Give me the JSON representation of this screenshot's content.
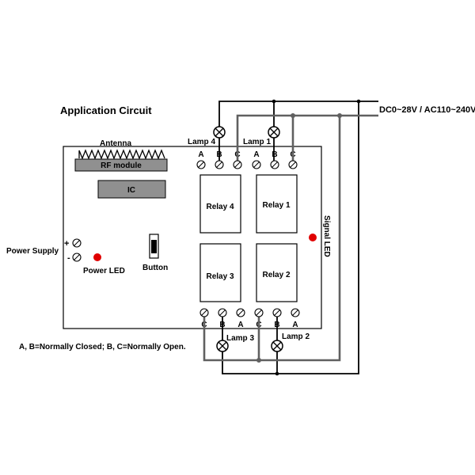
{
  "title": "Application Circuit",
  "supply_label": "DC0~28V / AC110~240V",
  "antenna_label": "Antenna",
  "rf_module_label": "RF module",
  "ic_label": "IC",
  "power_supply_label": "Power Supply",
  "plus_sign": "+",
  "minus_sign": "-",
  "power_led_label": "Power LED",
  "button_label": "Button",
  "signal_led_label": "Signal LED",
  "relays": {
    "r1": "Relay 1",
    "r2": "Relay 2",
    "r3": "Relay 3",
    "r4": "Relay 4"
  },
  "lamps": {
    "l1": "Lamp 1",
    "l2": "Lamp 2",
    "l3": "Lamp 3",
    "l4": "Lamp 4"
  },
  "terminals_top": [
    "A",
    "B",
    "C",
    "A",
    "B",
    "C"
  ],
  "terminals_bottom": [
    "C",
    "B",
    "A",
    "C",
    "B",
    "A"
  ],
  "note": "A, B=Normally Closed; B, C=Normally Open.",
  "colors": {
    "led": "#e00000",
    "wire_dark": "#000000",
    "wire_gray": "#606060",
    "module_fill": "#909090"
  }
}
